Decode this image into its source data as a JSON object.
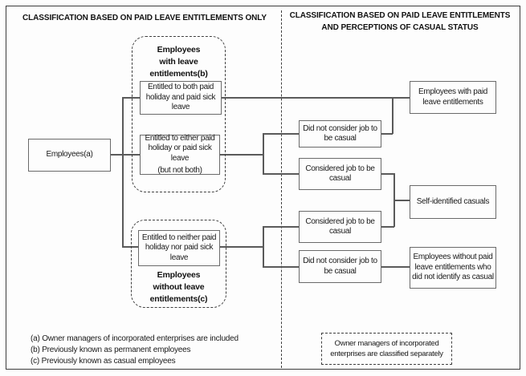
{
  "diagram": {
    "left_header": "CLASSIFICATION BASED ON PAID LEAVE ENTITLEMENTS ONLY",
    "right_header_line1": "CLASSIFICATION BASED ON PAID LEAVE ENTITLEMENTS",
    "right_header_line2": "AND PERCEPTIONS OF CASUAL STATUS",
    "root_box": "Employees(a)",
    "group_with": {
      "title_lines": [
        "Employees",
        "with leave",
        "entitlements(b)"
      ],
      "box_both": "Entitled to both paid holiday and paid sick leave",
      "box_either": "Entitled to either paid holiday or paid sick leave",
      "box_either_note": "(but not both)"
    },
    "group_without": {
      "title_lines": [
        "Employees",
        "without leave",
        "entitlements(c)"
      ],
      "box_neither": "Entitled to neither paid holiday nor paid sick leave"
    },
    "perception_boxes": {
      "did_not_consider_top": "Did not consider job to be casual",
      "considered_top": "Considered job to be casual",
      "considered_bottom": "Considered job to be casual",
      "did_not_consider_bottom": "Did not consider job to be casual"
    },
    "result_boxes": {
      "with_entitlements": "Employees with paid leave entitlements",
      "self_identified": "Self-identified casuals",
      "without_not_casual": "Employees without paid leave entitlements who did not identify as casual"
    },
    "footnotes": [
      "(a) Owner managers of incorporated enterprises are included",
      "(b) Previously known as permanent employees",
      "(c) Previously known as casual employees"
    ],
    "note_box_line1": "Owner managers of incorporated",
    "note_box_line2": "enterprises are classified separately",
    "colors": {
      "line": "#5a5a5a",
      "box_border": "#6a6a6a",
      "dashed_border": "#3f3f3f",
      "text": "#1a1a1a",
      "background": "#fdfdfd"
    }
  }
}
